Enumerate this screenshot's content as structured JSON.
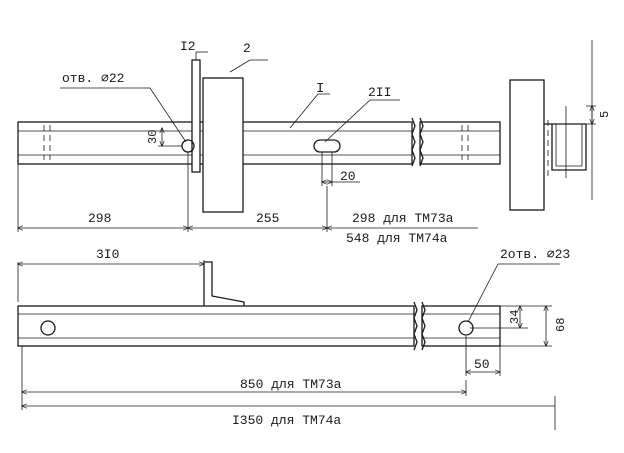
{
  "labels": {
    "hole_top": "отв. ∅22",
    "part_12": "I2",
    "part_2": "2",
    "part_1": "I",
    "part_2ii": "2II",
    "dim_30": "30",
    "dim_20": "20",
    "dim_5": "5",
    "dim_298": "298",
    "dim_255": "255",
    "dim_298_tm73a": "298 для ТМ73а",
    "dim_548_tm74a": "548 для ТМ74а",
    "dim_310": "3I0",
    "holes_bottom": "2отв. ∅23",
    "dim_34": "34",
    "dim_68": "68",
    "dim_50": "50",
    "dim_850_tm73a": "850 для ТМ73а",
    "dim_1350_tm74a": "I350 для ТМ74а"
  }
}
